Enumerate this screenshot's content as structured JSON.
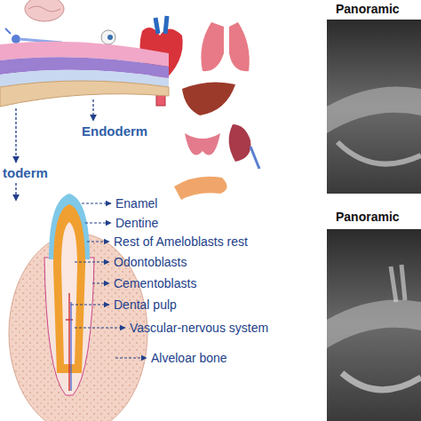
{
  "diagram": {
    "labels": [
      "Panoramic",
      "Panoramic",
      "Endoderm",
      "toderm",
      "Enamel",
      "Dentine",
      "Rest of Ameloblasts rest",
      "Odontoblasts",
      "Cementoblasts",
      "Dental pulp",
      "Vascular-nervous system",
      "Alveloar bone"
    ]
  }
}
